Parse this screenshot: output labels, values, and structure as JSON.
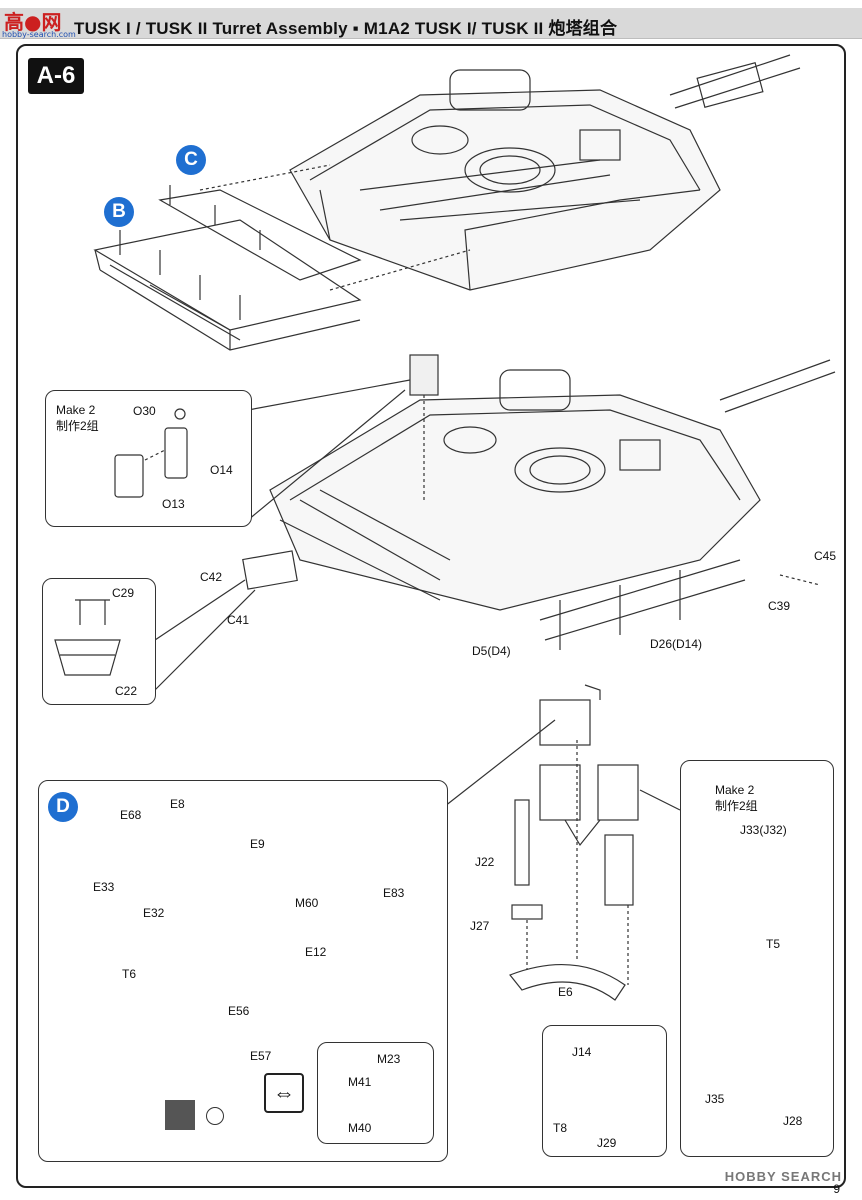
{
  "header": {
    "title": "TUSK I / TUSK II Turret Assembly ▪ M1A2 TUSK I/ TUSK II 炮塔组合",
    "logo_text": "高●网",
    "logo_sub": "hobby-search.com"
  },
  "step": "A-6",
  "badges": {
    "c": "C",
    "b": "B",
    "d": "D"
  },
  "inset_o": {
    "note_en": "Make 2",
    "note_cn": "制作2组",
    "labels": [
      "O30",
      "O14",
      "O13"
    ]
  },
  "inset_c": {
    "labels": [
      "C29",
      "C22"
    ]
  },
  "main_labels": [
    "C42",
    "C41",
    "C45",
    "C39",
    "D5(D4)",
    "D26(D14)"
  ],
  "inset_d": {
    "labels": [
      "E68",
      "E8",
      "E9",
      "E33",
      "E32",
      "M60",
      "E83",
      "E12",
      "T6",
      "E56",
      "E57"
    ]
  },
  "inset_m": {
    "labels": [
      "M23",
      "M41",
      "M40"
    ]
  },
  "center_labels": [
    "J22",
    "J27",
    "E6"
  ],
  "inset_j14": {
    "labels": [
      "J14",
      "T8",
      "J29"
    ]
  },
  "inset_j": {
    "note_en": "Make 2",
    "note_cn": "制作2组",
    "labels": [
      "J33(J32)",
      "T5",
      "J35",
      "J28"
    ]
  },
  "footer": {
    "brand": "HOBBY SEARCH",
    "page": "9"
  }
}
